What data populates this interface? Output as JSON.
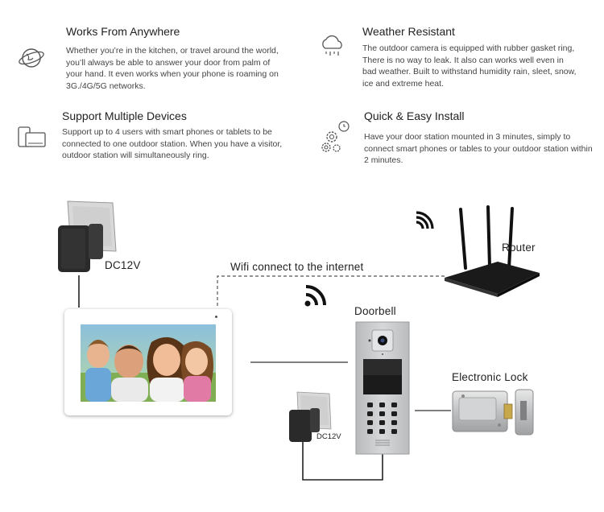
{
  "features": [
    {
      "icon": "globe-icon",
      "title": "Works From Anywhere",
      "text": "Whether you’re in the kitchen, or travel around the world, you’ll always be able to answer your door from palm of your hand. It even works when your phone is roaming on 3G./4G/5G networks."
    },
    {
      "icon": "cloud-rain-icon",
      "title": "Weather Resistant",
      "text": "The outdoor camera is equipped with rubber gasket ring, There is no way to leak. It also can works well even in bad weather. Built to withstand humidity rain, sleet, snow, ice and extreme heat."
    },
    {
      "icon": "devices-icon",
      "title": "Support Multiple Devices",
      "text": "Support up to 4 users with smart phones or tablets to be connected to one outdoor station. When you have a visitor, outdoor station will simultaneously ring."
    },
    {
      "icon": "gear-clock-icon",
      "title": "Quick & Easy Install",
      "text": "Have your door station mounted in 3 minutes, simply to connect smart phones or tables to your outdoor station within 2 minutes."
    }
  ],
  "diagram": {
    "adapter_top_label": "DC12V",
    "adapter_bottom_label": "DC12V",
    "wifi_label": "Wifi connect to the internet",
    "router_label": "Router",
    "doorbell_label": "Doorbell",
    "lock_label": "Electronic Lock"
  },
  "colors": {
    "line": "#333333",
    "panel": "#c9cbcd",
    "monitor_frame": "#ffffff"
  }
}
